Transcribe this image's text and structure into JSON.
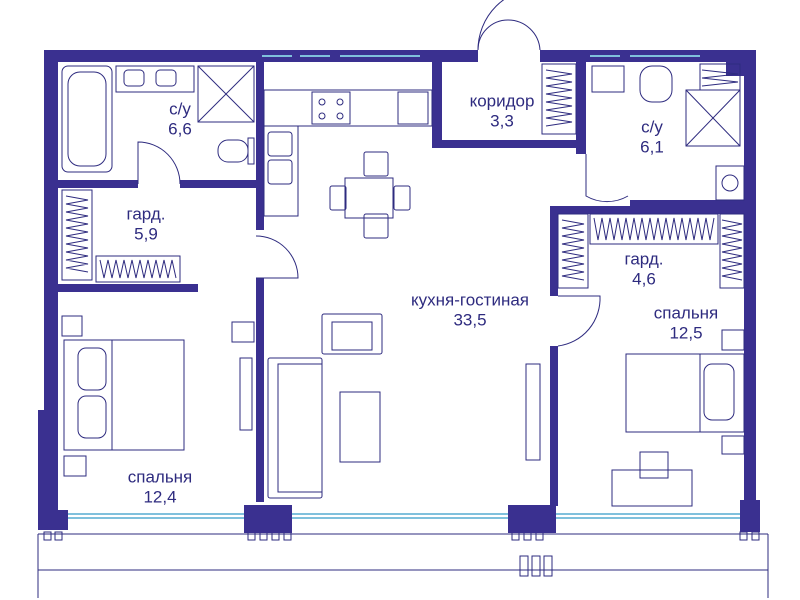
{
  "colors": {
    "wall": "#3a3090",
    "line": "#2e2b7f",
    "window": "#7fc0dc",
    "background": "#ffffff"
  },
  "rooms": {
    "bath_left": {
      "name": "с/у",
      "area": "6,6"
    },
    "wardrobe_left": {
      "name": "гард.",
      "area": "5,9"
    },
    "bedroom_left": {
      "name": "спальня",
      "area": "12,4"
    },
    "corridor": {
      "name": "коридор",
      "area": "3,3"
    },
    "living_kitchen": {
      "name": "кухня-гостиная",
      "area": "33,5"
    },
    "bath_right": {
      "name": "с/у",
      "area": "6,1"
    },
    "wardrobe_right": {
      "name": "гард.",
      "area": "4,6"
    },
    "bedroom_right": {
      "name": "спальня",
      "area": "12,5"
    }
  }
}
